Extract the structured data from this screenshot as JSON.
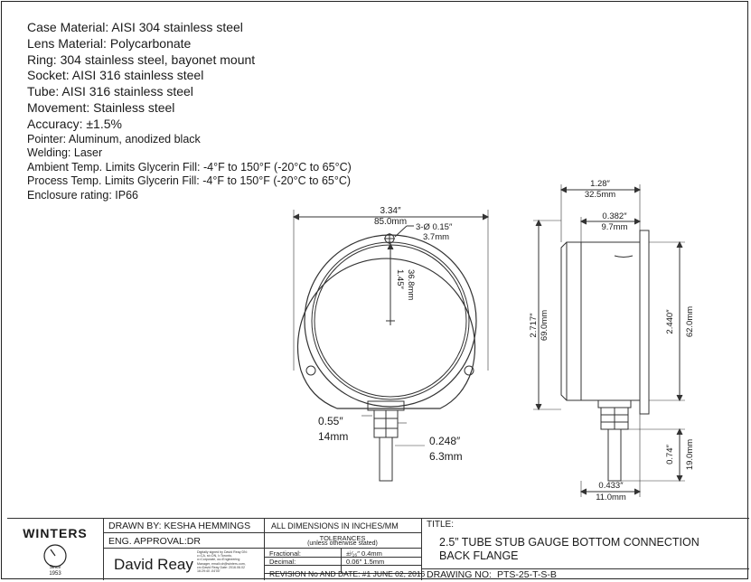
{
  "specs": [
    {
      "text": "Case Material: AISI 304 stainless steel",
      "size": "big"
    },
    {
      "text": "Lens Material: Polycarbonate",
      "size": "big"
    },
    {
      "text": "Ring: 304 stainless steel, bayonet mount",
      "size": "big"
    },
    {
      "text": "Socket: AISI 316 stainless steel",
      "size": "big"
    },
    {
      "text": "Tube: AISI 316 stainless steel",
      "size": "big"
    },
    {
      "text": "Movement: Stainless steel",
      "size": "big"
    },
    {
      "text": "Accuracy: ±1.5%",
      "size": "big"
    },
    {
      "text": "Pointer: Aluminum, anodized black",
      "size": "small"
    },
    {
      "text": "Welding: Laser",
      "size": "small"
    },
    {
      "text": "Ambient Temp. Limits Glycerin Fill: -4°F to 150°F (-20°C to 65°C)",
      "size": "small"
    },
    {
      "text": "Process Temp. Limits Glycerin Fill: -4°F to 150°F (-20°C to 65°C)",
      "size": "small"
    },
    {
      "text": "Enclosure rating: IP66",
      "size": "small"
    }
  ],
  "front_view": {
    "width_in": "3.34″",
    "width_mm": "85.0mm",
    "holes": "3-Ø 0.15″",
    "holes_mm": "3.7mm",
    "center_in": "1.45″",
    "center_mm": "36.8mm",
    "hex_in": "0.55″",
    "hex_mm": "14mm",
    "stem_in": "0.248″",
    "stem_mm": "6.3mm"
  },
  "side_view": {
    "depth_in": "1.28″",
    "depth_mm": "32.5mm",
    "flange_in": "0.382″",
    "flange_mm": "9.7mm",
    "height_in": "2.717″",
    "height_mm": "69.0mm",
    "case_in": "2.440″",
    "case_mm": "62.0mm",
    "stem_len_in": "0.74″",
    "stem_len_mm": "19.0mm",
    "stem_off_in": "0.433″",
    "stem_off_mm": "11.0mm"
  },
  "title_block": {
    "logo": "WINTERS",
    "logo_since": "Since",
    "logo_year": "1953",
    "drawn_by": "DRAWN BY: KESHA HEMMINGS",
    "eng_approval": "ENG. APPROVAL:DR",
    "signature": "David Reay",
    "signature_note": "Digitally signed by David Reay DN: c=CA, st=ON, l=Toronto, o=Corporate, ou=Engineering Manager, email=dr@winters.com, cn=David Reay Date: 2016.06.02 16:29:40 -04'00'",
    "dimensions": "ALL DIMENSIONS IN INCHES/MM",
    "tolerances": "TOLERANCES",
    "tolerances_note": "(unless otherwise stated)",
    "fractional_label": "Fractional:",
    "fractional_value": "±ⁱ⁄₁₆″ 0.4mm",
    "decimal_label": "Decimal:",
    "decimal_value": "0.06″ 1.5mm",
    "revision": "REVISION No AND DATE: #1 JUNE 02, 2016",
    "title_label": "TITLE:",
    "title_line1": "2.5” TUBE STUB GAUGE BOTTOM CONNECTION",
    "title_line2": "BACK FLANGE",
    "drawing_no_label": "DRAWING NO:",
    "drawing_no": "PTS-25-T-S-B"
  }
}
